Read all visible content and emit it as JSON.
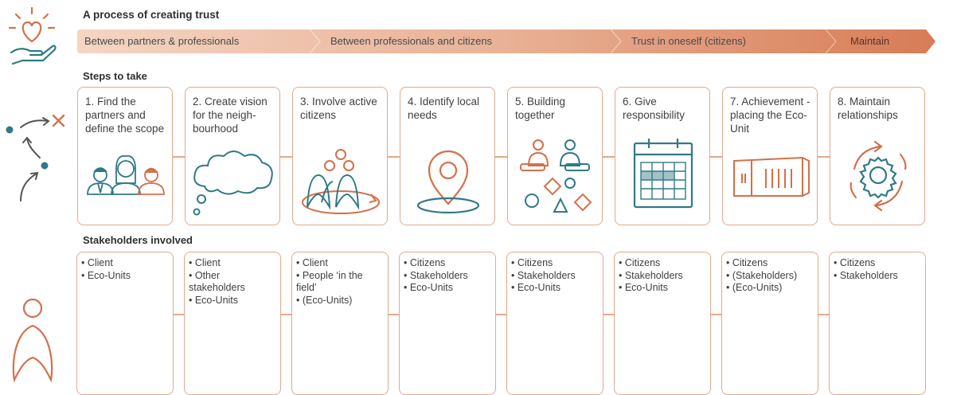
{
  "header": {
    "title": "A process of creating trust"
  },
  "phases": [
    {
      "label": "Between partners & professionals",
      "color": "#f2c9b3"
    },
    {
      "label": "Between professionals and citizens",
      "color": "#eab49a"
    },
    {
      "label": "Trust in oneself (citizens)",
      "color": "#e29c7d"
    },
    {
      "label": "Maintain",
      "color": "#d9825e"
    }
  ],
  "steps_title": "Steps to take",
  "steps": [
    {
      "text": "1. Find the partners and define the scope",
      "icon": "people-group-icon"
    },
    {
      "text": "2. Create vision for the neigh-bourhood",
      "icon": "thought-cloud-icon"
    },
    {
      "text": "3. Involve active citizens",
      "icon": "group-circle-icon"
    },
    {
      "text": "4. Identify local needs",
      "icon": "location-pin-icon"
    },
    {
      "text": "5. Building together",
      "icon": "building-blocks-icon"
    },
    {
      "text": "6. Give responsibility",
      "icon": "calendar-icon"
    },
    {
      "text": "7. Achievement - placing the Eco-Unit",
      "icon": "container-icon"
    },
    {
      "text": "8. Maintain relationships",
      "icon": "gear-cycle-icon"
    }
  ],
  "stakeholders_title": "Stakeholders involved",
  "stakeholders": [
    [
      "• Client",
      "• Eco-Units"
    ],
    [
      "• Client",
      "• Other stakeholders",
      "• Eco-Units"
    ],
    [
      "• Client",
      "• People ‘in the field’",
      "• (Eco-Units)"
    ],
    [
      "• Citizens",
      "• Stakeholders",
      "• Eco-Units"
    ],
    [
      "• Citizens",
      "• Stakeholders",
      "• Eco-Units"
    ],
    [
      "• Citizens",
      "• Stakeholders",
      "• Eco-Units"
    ],
    [
      "• Citizens",
      "• (Stakeholders)",
      "• (Eco-Units)"
    ],
    [
      "• Citizens",
      "• Stakeholders"
    ]
  ],
  "colors": {
    "accent": "#d4704a",
    "teal": "#2f7a86",
    "border": "#e2a98c"
  }
}
